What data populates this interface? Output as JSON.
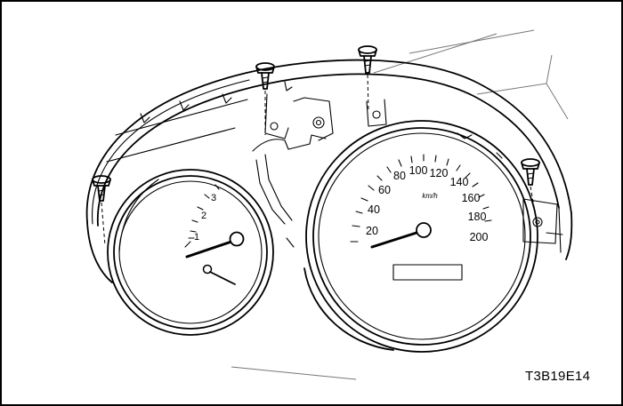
{
  "diagram": {
    "figure_code": "T3B19E14",
    "speedometer": {
      "labels": [
        "20",
        "40",
        "60",
        "80",
        "100",
        "120",
        "140",
        "160",
        "180",
        "200"
      ],
      "unit": "km/h"
    },
    "tachometer": {
      "labels": [
        "1",
        "2",
        "3"
      ]
    },
    "screws": [
      "screw-upper-left",
      "screw-top",
      "screw-right",
      "screw-left"
    ]
  }
}
